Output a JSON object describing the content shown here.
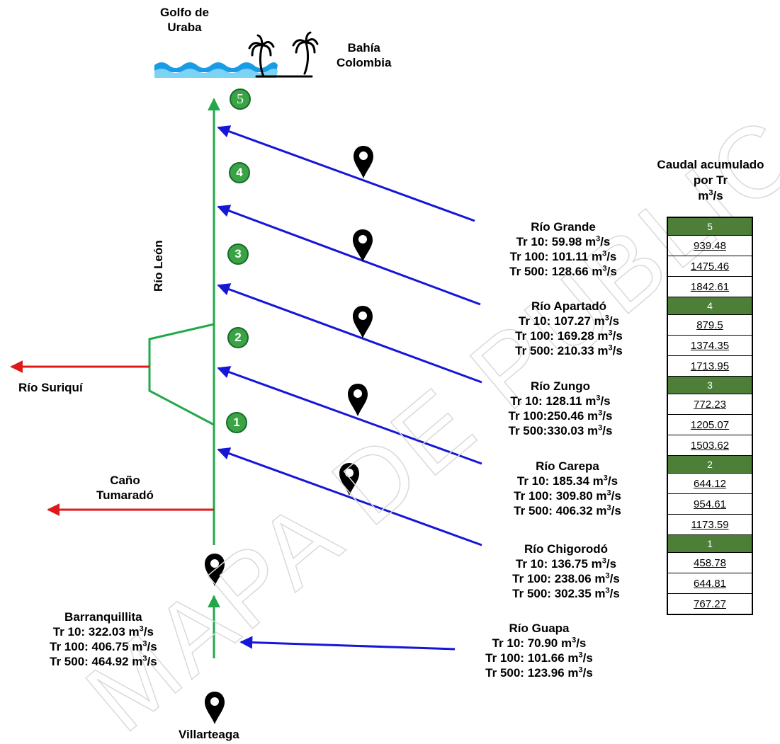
{
  "places": {
    "gulf": [
      "Golfo de",
      "Uraba"
    ],
    "bay": [
      "Bahía",
      "Colombia"
    ],
    "main_river": "Río León",
    "suriqui": "Río Suriquí",
    "tumarado": [
      "Caño",
      "Tumaradó"
    ],
    "start": "Villarteaga"
  },
  "barranquillita": {
    "name": "Barranquillita",
    "lines": [
      {
        "text": "Tr 10: 322.03 m",
        "unit": "/s"
      },
      {
        "text": "Tr 100: 406.75 m",
        "unit": "/s"
      },
      {
        "text": "Tr 500: 464.92 m",
        "unit": "/s"
      }
    ]
  },
  "superscript": "3",
  "tributaries": [
    {
      "name": "Río Grande",
      "lines": [
        "Tr 10: 59.98 m",
        "Tr 100: 101.11 m",
        "Tr 500: 128.66 m"
      ]
    },
    {
      "name": "Río Apartadó",
      "lines": [
        "Tr 10: 107.27 m",
        "Tr 100: 169.28 m",
        "Tr 500: 210.33 m"
      ]
    },
    {
      "name": "Río Zungo",
      "lines": [
        "Tr 10: 128.11 m",
        "Tr 100:250.46 m",
        "Tr 500:330.03 m"
      ]
    },
    {
      "name": "Río Carepa",
      "lines": [
        "Tr 10: 185.34 m",
        "Tr 100: 309.80 m",
        "Tr 500: 406.32 m"
      ]
    },
    {
      "name": "Río Chigorodó",
      "lines": [
        "Tr 10: 136.75 m",
        "Tr 100: 238.06 m",
        "Tr 500: 302.35 m"
      ]
    },
    {
      "name": "Río Guapa",
      "lines": [
        "Tr 10: 70.90 m",
        "Tr 100: 101.66 m",
        "Tr 500: 123.96 m"
      ]
    }
  ],
  "unit_suffix": "/s",
  "segments": [
    "1",
    "2",
    "3",
    "4",
    "5"
  ],
  "table": {
    "title": [
      "Caudal acumulado",
      "por Tr"
    ],
    "unit_base": "m",
    "unit_suffix": "/s",
    "rows": [
      {
        "section": "5",
        "values": [
          "939.48",
          "1475.46",
          "1842.61"
        ]
      },
      {
        "section": "4",
        "values": [
          "879.5",
          "1374.35",
          "1713.95"
        ]
      },
      {
        "section": "3",
        "values": [
          "772.23",
          "1205.07",
          "1503.62"
        ]
      },
      {
        "section": "2",
        "values": [
          "644.12",
          "954.61",
          "1173.59"
        ]
      },
      {
        "section": "1",
        "values": [
          "458.78",
          "644.81",
          "767.27"
        ]
      }
    ]
  },
  "watermark": "MAPA DE PUBLICACIÓN",
  "colors": {
    "river_main": "#22a84a",
    "tributary": "#1616d8",
    "outflow": "#e11818",
    "badge": "#3aa445",
    "table_section": "#4e7f38",
    "water": "#1aa0e8"
  },
  "icons": [
    "map-pin-icon",
    "palm-tree-icon",
    "wave-icon"
  ]
}
